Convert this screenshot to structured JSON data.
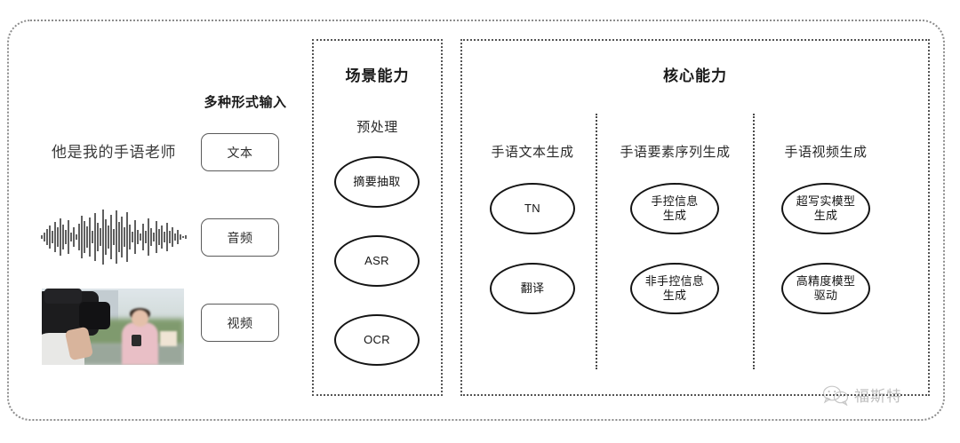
{
  "diagram": {
    "title_hidden": "",
    "left_section": {
      "heading": "多种形式输入",
      "sample_sentence": "他是我的手语老师",
      "modality_chips": [
        {
          "label": "文本",
          "icon": "text-icon"
        },
        {
          "label": "音频",
          "icon": "waveform-icon"
        },
        {
          "label": "视频",
          "icon": "video-icon"
        }
      ],
      "waveform_name": "audio-waveform",
      "video_thumbnail_name": "video-thumbnail-camera-operator-reporter"
    },
    "scene_panel": {
      "title": "场景能力",
      "group_label": "预处理",
      "nodes": [
        {
          "label": "摘要抽取"
        },
        {
          "label": "ASR"
        },
        {
          "label": "OCR"
        }
      ]
    },
    "core_panel": {
      "title": "核心能力",
      "columns": [
        {
          "heading": "手语文本生成",
          "nodes": [
            {
              "label": "TN",
              "lines": [
                "TN"
              ]
            },
            {
              "label": "翻译",
              "lines": [
                "翻译"
              ]
            }
          ]
        },
        {
          "heading": "手语要素序列生成",
          "nodes": [
            {
              "label": "手控信息生成",
              "lines": [
                "手控信息",
                "生成"
              ]
            },
            {
              "label": "非手控信息生成",
              "lines": [
                "非手控信息",
                "生成"
              ]
            }
          ]
        },
        {
          "heading": "手语视频生成",
          "nodes": [
            {
              "label": "超写实模型生成",
              "lines": [
                "超写实模型",
                "生成"
              ]
            },
            {
              "label": "高精度模型驱动",
              "lines": [
                "高精度模型",
                "驱动"
              ]
            }
          ]
        }
      ]
    },
    "watermark": {
      "icon": "wechat-icon",
      "text": "福斯特"
    },
    "colors": {
      "background": "#ffffff",
      "frame_border": "#8c8c8c",
      "panel_border": "#555555",
      "node_border": "#141414",
      "text": "#1a1a1a",
      "muted_text": "#8a8a8a"
    }
  }
}
